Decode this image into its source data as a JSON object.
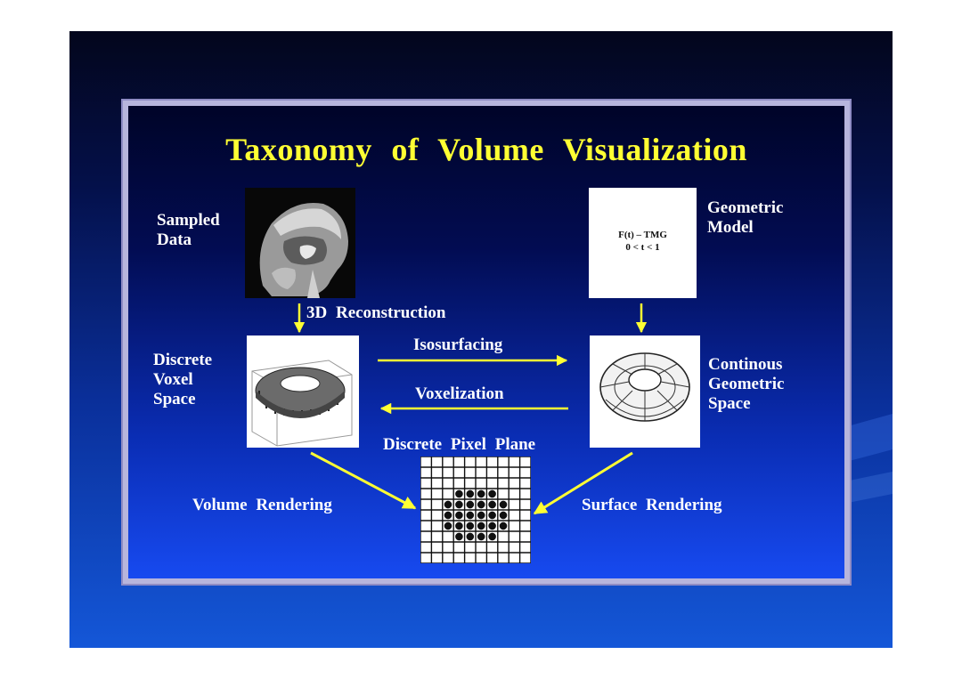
{
  "title": "Taxonomy of Volume Visualization",
  "labels": {
    "sampled_data": [
      "Sampled",
      "Data"
    ],
    "geometric_model": [
      "Geometric",
      "Model"
    ],
    "reconstruction": "3D Reconstruction",
    "discrete_voxel_space": [
      "Discrete",
      "Voxel",
      "Space"
    ],
    "continuous_geometric_space": [
      "Continous",
      "Geometric",
      "Space"
    ],
    "isosurfacing": "Isosurfacing",
    "voxelization": "Voxelization",
    "discrete_pixel_plane": "Discrete Pixel Plane",
    "volume_rendering": "Volume Rendering",
    "surface_rendering": "Surface Rendering"
  },
  "geometric_equation": [
    "F(t) – TMG",
    "0 < t < 1"
  ],
  "colors": {
    "title": "#ffff33",
    "arrow": "#ffff33",
    "label": "#ffffff",
    "frame": "#b7b5dc"
  }
}
